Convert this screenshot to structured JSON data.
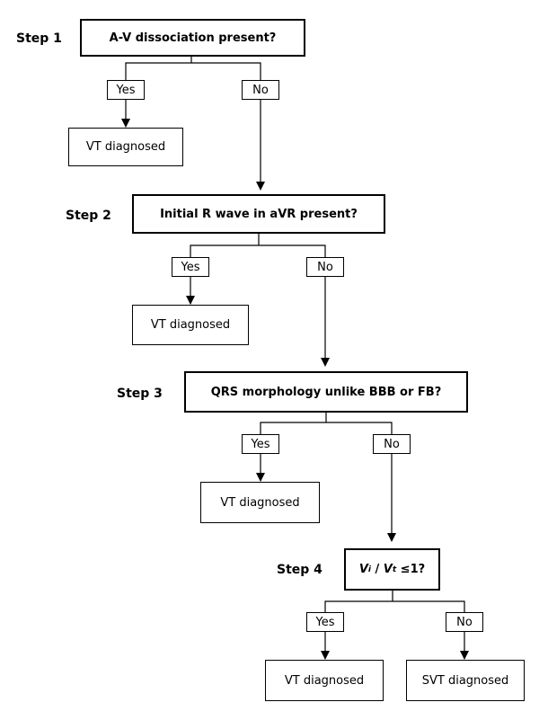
{
  "steps": [
    {
      "step_label": "Step 1",
      "question": "A-V dissociation present?",
      "yes_label": "Yes",
      "no_label": "No",
      "yes_result": "VT diagnosed"
    },
    {
      "step_label": "Step 2",
      "question": "Initial R wave in aVR present?",
      "yes_label": "Yes",
      "no_label": "No",
      "yes_result": "VT diagnosed"
    },
    {
      "step_label": "Step 3",
      "question": "QRS morphology unlike BBB or FB?",
      "yes_label": "Yes",
      "no_label": "No",
      "yes_result": "VT diagnosed"
    },
    {
      "step_label": "Step 4",
      "question": {
        "var1": "V",
        "sub1": "i",
        "slash": " / ",
        "var2": "V",
        "sub2": "t",
        "tail": " ≤1?"
      },
      "yes_label": "Yes",
      "no_label": "No",
      "yes_result": "VT diagnosed",
      "no_result": "SVT diagnosed"
    }
  ]
}
